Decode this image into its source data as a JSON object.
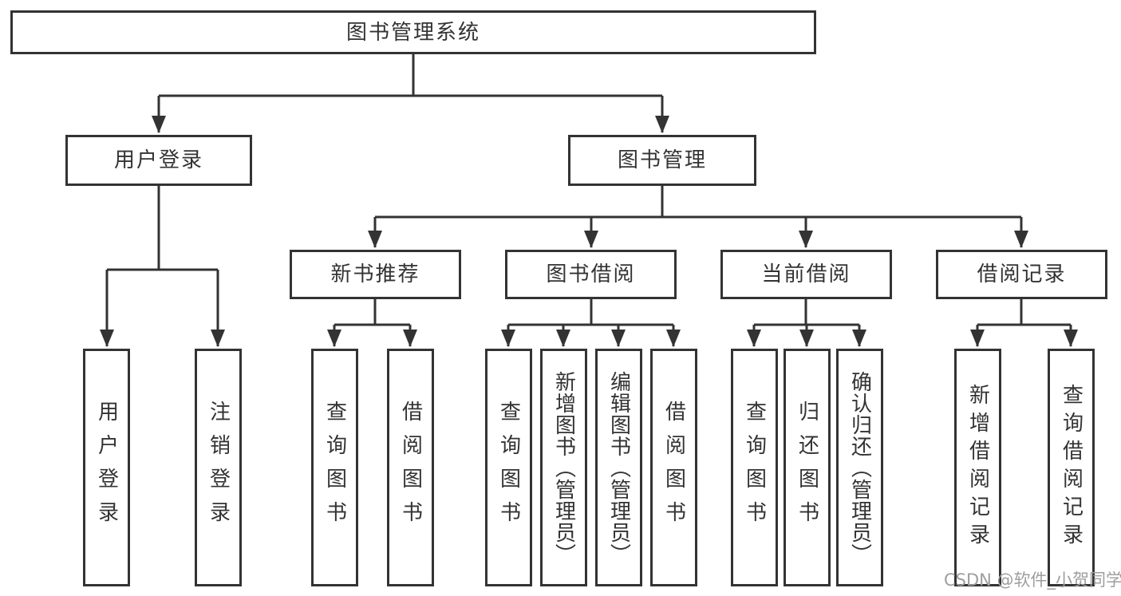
{
  "watermark": {
    "text": "CSDN @软件_小贺同学"
  },
  "colors": {
    "line": "#333333",
    "box_border": "#333333",
    "text": "#333333",
    "watermark": "#9e9e9e",
    "background": "#ffffff"
  },
  "tree": {
    "root": {
      "label": "图书管理系统"
    },
    "children": [
      {
        "label": "用户登录",
        "children": [
          {
            "label": "用户登录"
          },
          {
            "label": "注销登录"
          }
        ]
      },
      {
        "label": "图书管理",
        "children": [
          {
            "label": "新书推荐",
            "children": [
              {
                "label": "查询图书"
              },
              {
                "label": "借阅图书"
              }
            ]
          },
          {
            "label": "图书借阅",
            "children": [
              {
                "label": "查询图书"
              },
              {
                "label": "新增图书（管理员）"
              },
              {
                "label": "编辑图书（管理员）"
              },
              {
                "label": "借阅图书"
              }
            ]
          },
          {
            "label": "当前借阅",
            "children": [
              {
                "label": "查询图书"
              },
              {
                "label": "归还图书"
              },
              {
                "label": "确认归还（管理员）"
              }
            ]
          },
          {
            "label": "借阅记录",
            "children": [
              {
                "label": "新增借阅记录"
              },
              {
                "label": "查询借阅记录"
              }
            ]
          }
        ]
      }
    ]
  }
}
